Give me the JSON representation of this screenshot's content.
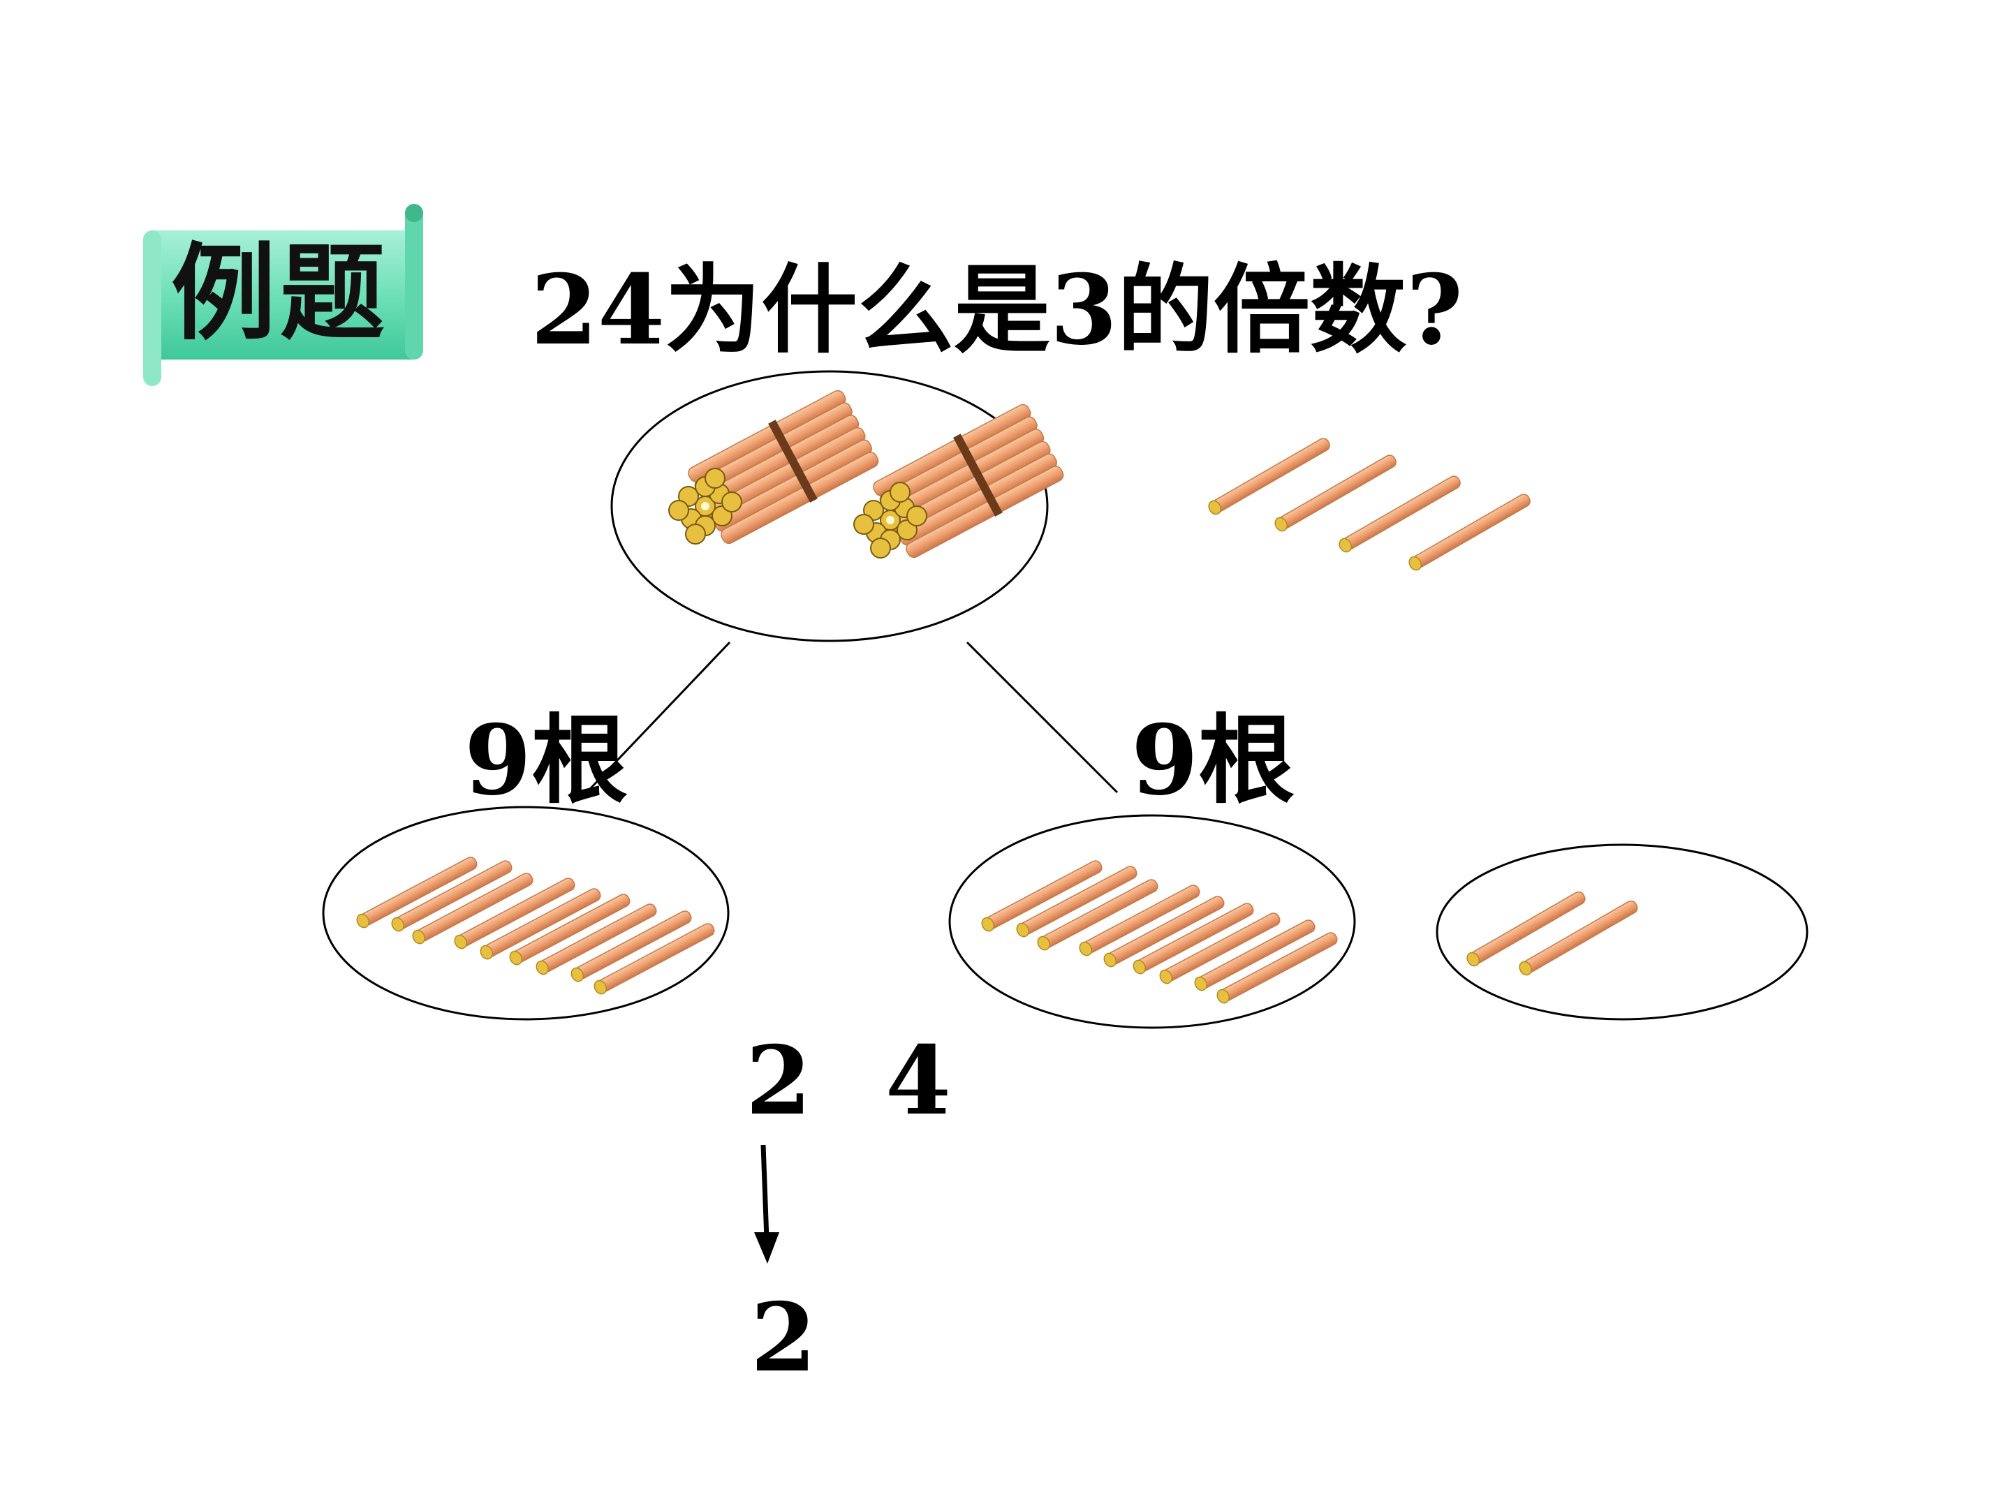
{
  "badge": {
    "label": "例题",
    "color": "#6fe0b8"
  },
  "question": "24为什么是3的倍数?",
  "groups": [
    {
      "label": "9根",
      "sticks": 9
    },
    {
      "label": "9根",
      "sticks": 9
    },
    {
      "label": "",
      "sticks": 2
    }
  ],
  "top_bundle": {
    "bundles": 2,
    "loose_sticks": 4
  },
  "number": {
    "tens_digit": "2",
    "ones_digit": "4",
    "result": "2"
  },
  "colors": {
    "stick": "#f0a070",
    "stick_dark": "#c8784a",
    "stick_end": "#e8c040",
    "bundle_tie": "#6b3a1a"
  }
}
